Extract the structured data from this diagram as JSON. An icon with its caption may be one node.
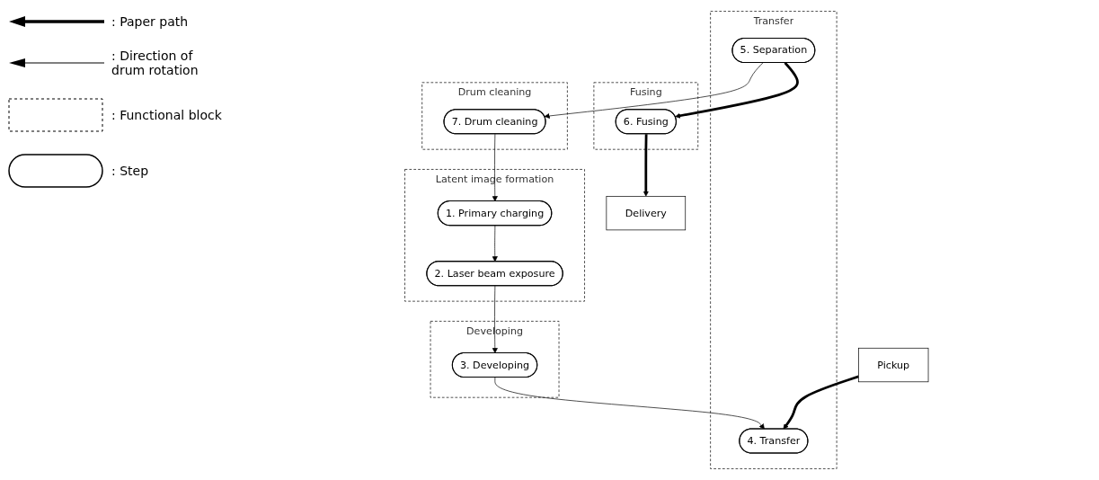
{
  "diagram": {
    "nodes": [
      {
        "text": [
          "Latent image formation"
        ]
      },
      {
        "text": [
          "2. Laser beam exposure"
        ],
        "in": 0
      },
      {
        "text": [
          "1. Primary charging"
        ],
        "in": 0
      },
      {
        "text": [
          "Developing"
        ]
      },
      {
        "text": [
          "3. Developing"
        ],
        "in": 3
      },
      {
        "text": [
          "Drum cleaning"
        ]
      },
      {
        "text": [
          "7. Drum cleaning"
        ],
        "in": 5
      },
      {
        "text": [
          "Delivery"
        ]
      },
      {
        "text": [
          "Fusing"
        ]
      },
      {
        "text": [
          "6. Fusing"
        ],
        "in": 8
      },
      {
        "text": [
          "Transfer"
        ]
      },
      {
        "text": [
          "5. Separation"
        ],
        "in": 10
      },
      {
        "text": [
          "4. Transfer"
        ],
        "in": 10
      },
      {
        "text": [
          "Pickup"
        ]
      }
    ],
    "edges": [
      {
        "from": 2,
        "to": 1,
        "arrow": "to"
      },
      {
        "from": 1,
        "to": 4,
        "arrow": "to"
      },
      {
        "from": 4,
        "to": 12,
        "arrow": "to"
      },
      {
        "from": 11,
        "to": 6,
        "arrow": "to"
      },
      {
        "from": 6,
        "to": 2,
        "arrow": "to"
      },
      {
        "from": 13,
        "to": 12,
        "arrow": "to",
        "style": "thick"
      },
      {
        "from": 11,
        "to": 9,
        "arrow": "to",
        "style": "thick"
      },
      {
        "from": 9,
        "to": 7,
        "arrow": "to",
        "style": "thick"
      }
    ],
    "legend": [
      {
        "text": ": Paper path"
      },
      {
        "text": ": Direction of drum rotation"
      },
      {
        "text": ": Functional block"
      },
      {
        "text": ": Step"
      }
    ]
  }
}
